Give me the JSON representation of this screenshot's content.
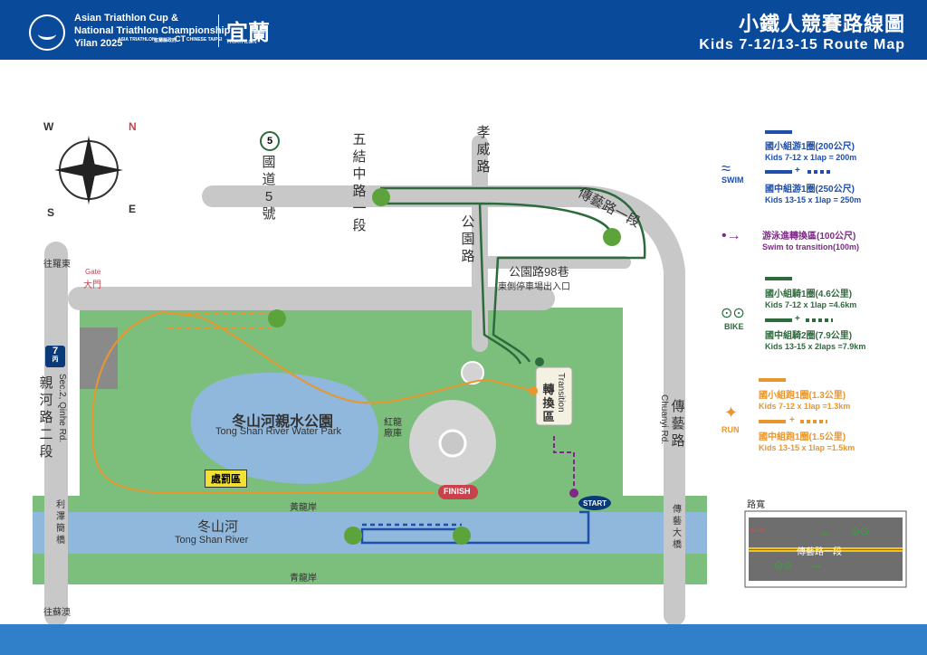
{
  "header": {
    "brand_line1": "Asian Triathlon Cup &",
    "brand_line2": "National Triathlon Championship",
    "brand_line3": "Yilan 2025",
    "sponsor1": "ASIA TRIATHLON",
    "sponsor2": "宜蘭縣政府",
    "sponsor3": "CT",
    "sponsor4": "CHINESE TAIPEI",
    "city_logo": "宜蘭",
    "city_logo_sub": "TRIATHLON",
    "title_zh": "小鐵人競賽路線圖",
    "title_en": "Kids 7-12/13-15 Route Map"
  },
  "compass": {
    "w": "W",
    "n": "N",
    "s": "S",
    "e": "E"
  },
  "roads": {
    "freeway_num": "5",
    "freeway": "國道5號",
    "wujie": "五結中路一段",
    "xiaowei": "孝威路",
    "gongyuan": "公園路",
    "chuanyi": "傳藝路一段",
    "lane98": "公園路98巷",
    "parking": "東側停車場出入口",
    "route7": "7",
    "route7_sub": "丙",
    "qinhe_zh": "親河路二段",
    "qinhe_en": "Sec.2, Qinhe Rd.",
    "to_luodong": "往羅東",
    "to_suao": "往蘇澳",
    "lize": "利澤簡橋",
    "chuanyi_zh": "傳藝路",
    "chuanyi_en": "Chuanyi Rd.",
    "chuanyi_bridge": "傳藝大橋",
    "huanglong": "黃龍岸",
    "qinglong": "青龍岸"
  },
  "park": {
    "gate_en": "Gate",
    "gate_zh": "大門",
    "name_zh": "冬山河親水公園",
    "name_en": "Tong Shan River Water Park",
    "hongguan": "紅龍廠庫",
    "penalty": "處罰區",
    "river_zh": "冬山河",
    "river_en": "Tong Shan River",
    "transition_zh": "轉換區",
    "transition_en": "Transition",
    "finish": "FINISH",
    "start": "START"
  },
  "legend": {
    "swim_label": "SWIM",
    "swim1": "國小組游1圈(200公尺)",
    "swim1_en": "Kids 7-12 x 1lap = 200m",
    "swim2": "國中組游1圈(250公尺)",
    "swim2_en": "Kids 13-15 x 1lap = 250m",
    "swim_tr": "游泳進轉換區(100公尺)",
    "swim_tr_en": "Swim to transition(100m)",
    "bike_label": "BIKE",
    "bike1": "國小組騎1圈(4.6公里)",
    "bike1_en": "Kids 7-12 x 1lap =4.6km",
    "bike2": "國中組騎2圈(7.9公里)",
    "bike2_en": "Kids 13-15 x 2laps =7.9km",
    "run_label": "RUN",
    "run1": "國小組跑1圈(1.3公里)",
    "run1_en": "Kids 7-12 x 1lap =1.3km",
    "run2": "國中組跑1圈(1.5公里)",
    "run2_en": "Kids 13-15 x 1lap =1.5km",
    "plus": "+",
    "road_width": "路寬",
    "road_width_val": "6.5m",
    "road_name": "傳藝路一段"
  },
  "colors": {
    "header": "#0a4a9a",
    "swim": "#1f4fa8",
    "transition": "#7d2a86",
    "bike": "#2e6b3c",
    "run": "#e8962e",
    "park": "#7cbf7c",
    "road": "#c8c8c8",
    "river": "#8fb8dc"
  }
}
